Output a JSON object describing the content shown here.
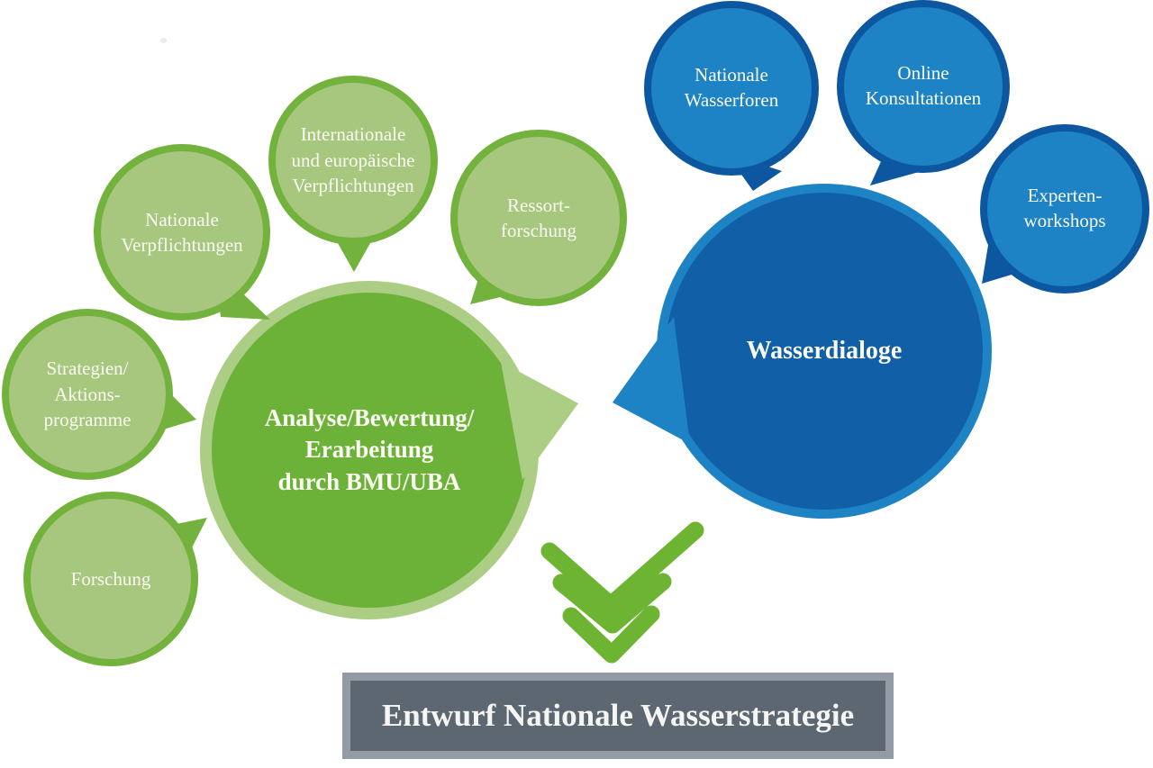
{
  "diagram": {
    "left": {
      "colors": {
        "bubble_fill": "#a6c77d",
        "bubble_border": "#72b23d",
        "center_fill": "#6db238",
        "center_ring": "#abcd84"
      },
      "center": {
        "lines": [
          "Analyse/Bewertung/",
          "Erarbeitung",
          "durch BMU/UBA"
        ]
      },
      "bubbles": [
        {
          "name": "nationale-verpflichtungen",
          "lines": [
            "Nationale",
            "Verpflichtungen"
          ]
        },
        {
          "name": "internationale-und-europaeische-verpflichtungen",
          "lines": [
            "Internationale",
            "und europäische",
            "Verpflichtungen"
          ]
        },
        {
          "name": "ressortforschung",
          "lines": [
            "Ressort-",
            "forschung"
          ]
        },
        {
          "name": "strategien-aktionsprogramme",
          "lines": [
            "Strategien/",
            "Aktions-",
            "programme"
          ]
        },
        {
          "name": "forschung",
          "lines": [
            "Forschung"
          ]
        }
      ]
    },
    "right": {
      "colors": {
        "bubble_fill": "#1d83c4",
        "bubble_border": "#0d57a0",
        "center_fill": "#115fa6",
        "center_ring": "#1d83c4"
      },
      "center": {
        "label": "Wasserdialoge"
      },
      "bubbles": [
        {
          "name": "nationale-wasserforen",
          "lines": [
            "Nationale",
            "Wasserforen"
          ]
        },
        {
          "name": "online-konsultationen",
          "lines": [
            "Online",
            "Konsultationen"
          ]
        },
        {
          "name": "experten-workshops",
          "lines": [
            "Experten-",
            "workshops"
          ]
        }
      ]
    },
    "arrow": {
      "color": "#6cb431",
      "direction": "down"
    },
    "result": {
      "label": "Entwurf Nationale Wasserstrategie",
      "fill": "#5d6771",
      "border": "#939ba5"
    }
  }
}
